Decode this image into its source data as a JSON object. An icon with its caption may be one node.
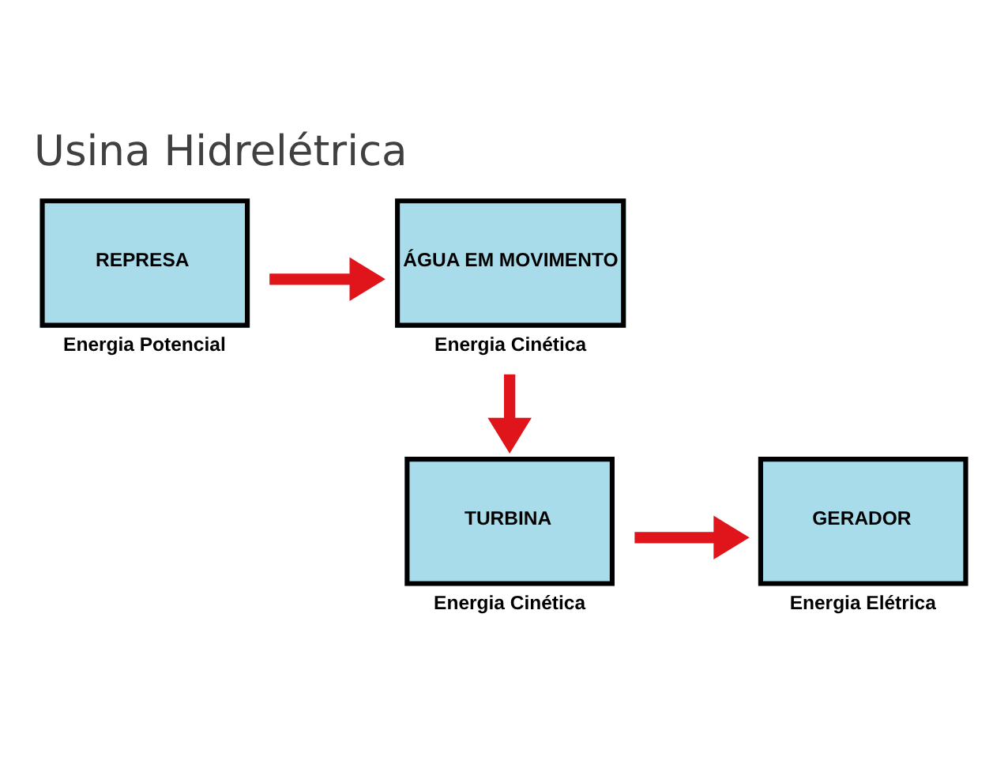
{
  "diagram": {
    "title": "Usina Hidrelétrica",
    "nodes": [
      {
        "text": [
          "REPRESA"
        ],
        "beside": [
          "Energia Potencial"
        ]
      },
      {
        "text": [
          "ÁGUA EM MOVIMENTO"
        ],
        "beside": [
          "Energia Cinética"
        ]
      },
      {
        "text": [
          "TURBINA"
        ],
        "beside": [
          "Energia Cinética"
        ]
      },
      {
        "text": [
          "GERADOR"
        ],
        "beside": [
          "Energia Elétrica"
        ]
      }
    ],
    "edges": [
      {
        "from": 0,
        "to": 1,
        "arrow": "to"
      },
      {
        "from": 1,
        "to": 2,
        "arrow": "to"
      },
      {
        "from": 2,
        "to": 3,
        "arrow": "to"
      }
    ]
  }
}
